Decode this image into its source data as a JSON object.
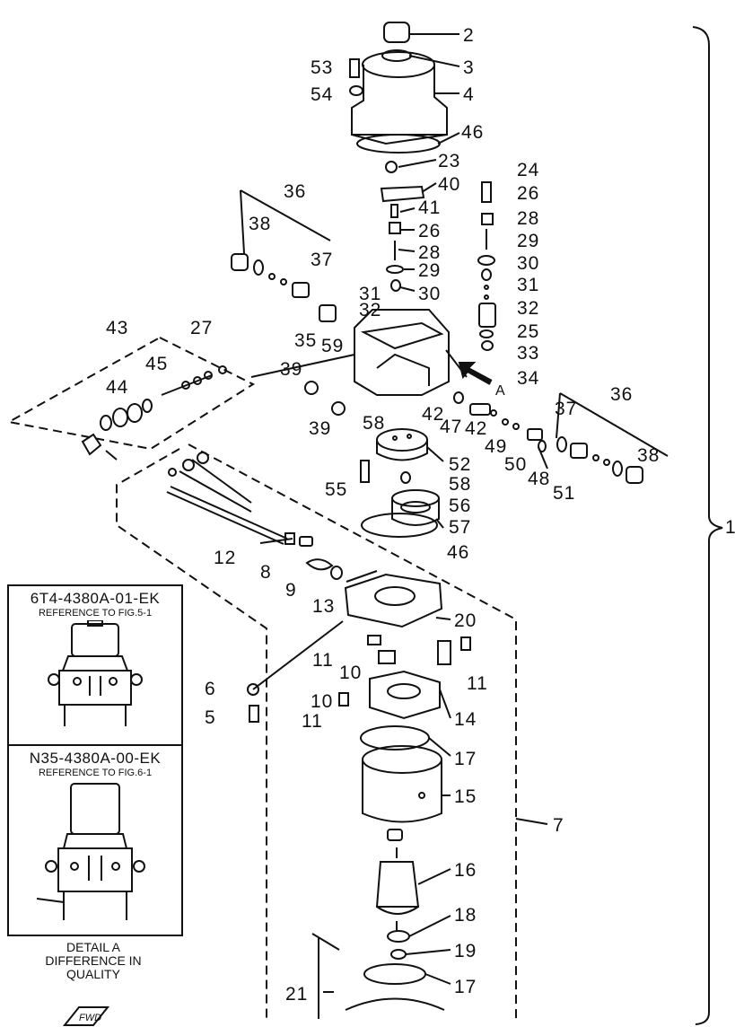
{
  "part_labels": [
    "2",
    "3",
    "53",
    "54",
    "4",
    "46",
    "23",
    "40",
    "41",
    "26",
    "28",
    "29",
    "30",
    "31",
    "32",
    "24",
    "26",
    "28",
    "29",
    "30",
    "31",
    "32",
    "25",
    "33",
    "34",
    "36",
    "38",
    "37",
    "35",
    "59",
    "43",
    "27",
    "45",
    "44",
    "39",
    "39",
    "58",
    "42",
    "47",
    "42",
    "49",
    "50",
    "48",
    "51",
    "36",
    "37",
    "38",
    "52",
    "55",
    "58",
    "56",
    "57",
    "46",
    "12",
    "8",
    "9",
    "13",
    "20",
    "11",
    "10",
    "11",
    "10",
    "11",
    "6",
    "5",
    "14",
    "17",
    "15",
    "7",
    "16",
    "18",
    "19",
    "17",
    "21",
    "1",
    "A"
  ],
  "reference_boxes": [
    {
      "code": "6T4-4380A-01-EK",
      "subtitle": "REFERENCE TO FIG.5-1"
    },
    {
      "code": "N35-4380A-00-EK",
      "subtitle": "REFERENCE TO FIG.6-1"
    }
  ],
  "detail_caption": [
    "DETAIL A",
    "DIFFERENCE IN",
    "QUALITY"
  ],
  "fwd_text": "FWD"
}
